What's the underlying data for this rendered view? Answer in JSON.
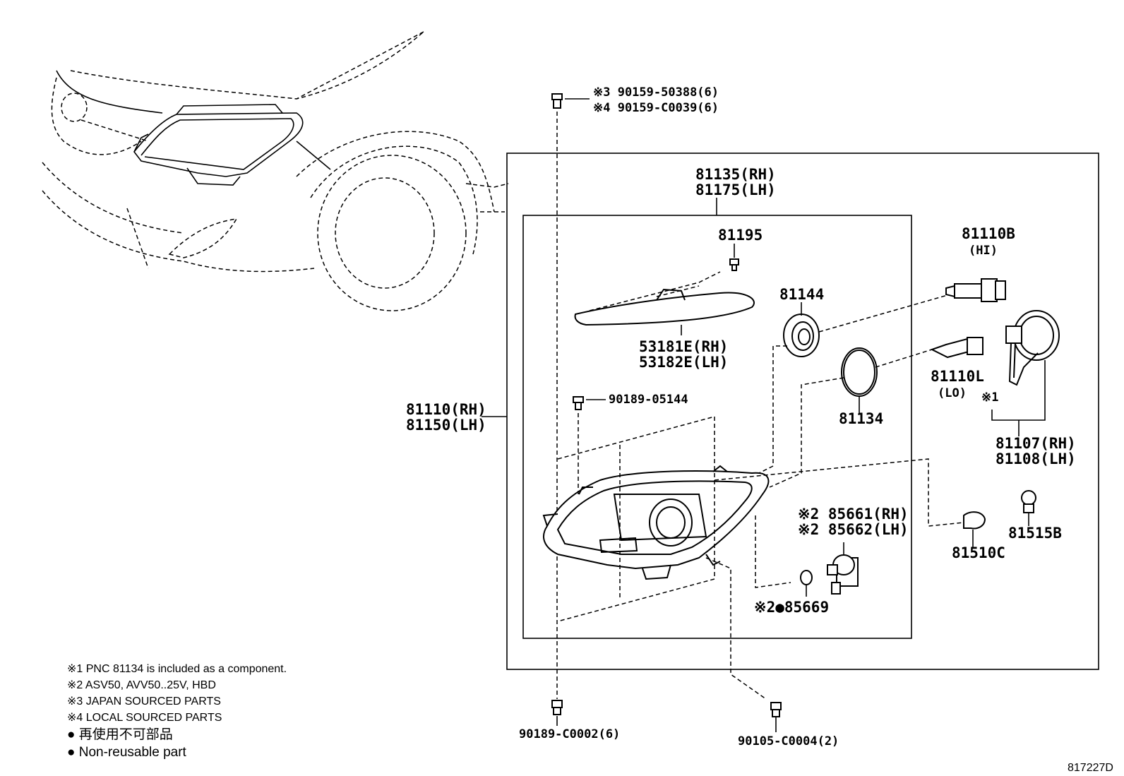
{
  "labels": {
    "bolt_top_a": "※3 90159-50388(6)",
    "bolt_top_b": "※4 90159-C0039(6)",
    "housing_rh": "81135(RH)",
    "housing_lh": "81175(LH)",
    "screw_81195": "81195",
    "cover_81144": "81144",
    "bulb_hi_no": "81110B",
    "bulb_hi_tag": "(HI)",
    "garnish_rh": "53181E(RH)",
    "garnish_lh": "53182E(LH)",
    "bulb_lo_no": "81110L",
    "bulb_lo_tag": "(LO)",
    "note1_mark": "※1",
    "ring_81134": "81134",
    "assy_rh": "81110(RH)",
    "assy_lh": "81150(LH)",
    "screw_05144": "90189-05144",
    "socket_rh": "81107(RH)",
    "socket_lh": "81108(LH)",
    "motor_rh": "※2 85661(RH)",
    "motor_lh": "※2 85662(LH)",
    "bulb_81510c": "81510C",
    "socket_81515b": "81515B",
    "gasket_85669": "※2●85669",
    "nut_bottom": "90189-C0002(6)",
    "screw_bottom": "90105-C0004(2)"
  },
  "notes": [
    "※1 PNC 81134 is included as a component.",
    "※2 ASV50, AVV50..25V, HBD",
    "※3 JAPAN SOURCED PARTS",
    "※4 LOCAL SOURCED PARTS",
    "● 再使用不可部品",
    "● Non-reusable part"
  ],
  "reference_code": "817227D"
}
